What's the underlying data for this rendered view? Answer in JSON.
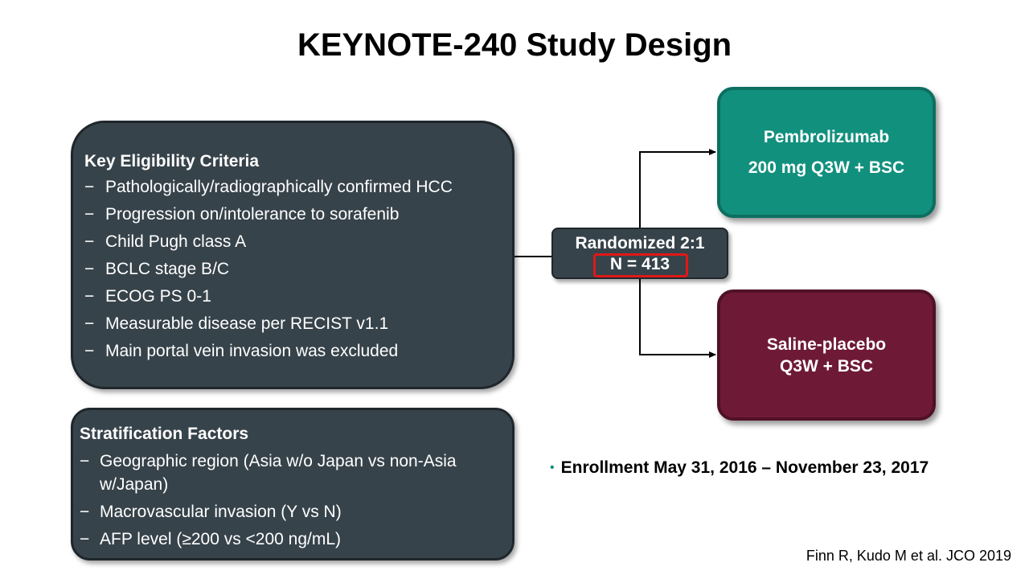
{
  "title": "KEYNOTE-240 Study Design",
  "eligibility": {
    "title": "Key Eligibility Criteria",
    "items": [
      "Pathologically/radiographically confirmed HCC",
      "Progression on/intolerance to sorafenib",
      "Child Pugh class A",
      "BCLC stage B/C",
      "ECOG PS 0-1",
      "Measurable disease per RECIST v1.1",
      "Main portal vein invasion was excluded"
    ]
  },
  "stratification": {
    "title": "Stratification Factors",
    "items": [
      "Geographic region (Asia w/o Japan vs non-Asia w/Japan)",
      "Macrovascular invasion (Y vs N)",
      "AFP level (≥200 vs <200 ng/mL)"
    ]
  },
  "list_marker": "−",
  "randomization": {
    "label": "Randomized 2:1",
    "n": "N = 413"
  },
  "arms": [
    {
      "line1": "Pembrolizumab",
      "line2": "200 mg Q3W + BSC",
      "color": "#12907e"
    },
    {
      "line1": "Saline-placebo",
      "line2": "Q3W + BSC",
      "color": "#6e1a36"
    }
  ],
  "enrollment": {
    "bullet": "•",
    "text": "Enrollment May 31, 2016 – November 23, 2017"
  },
  "citation": "Finn R, Kudo M et al.  JCO 2019",
  "colors": {
    "panel": "#37434a",
    "highlight": "#e01818",
    "connector": "#000000"
  }
}
